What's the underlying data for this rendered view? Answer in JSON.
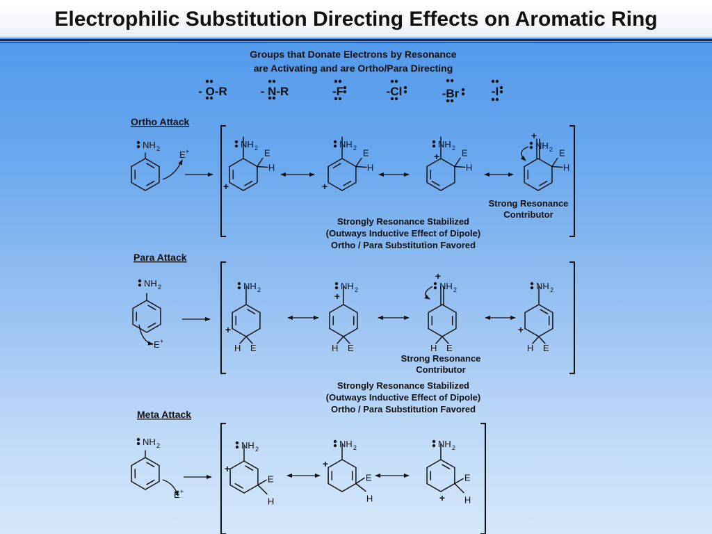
{
  "slide": {
    "title": "Electrophilic Substitution Directing Effects on Aromatic Ring"
  },
  "intro": {
    "line1": "Groups that Donate Electrons by Resonance",
    "line2": "are Activating and are Ortho/Para Directing",
    "groups": [
      "- O-R",
      "- N-R",
      "-F",
      "-Cl",
      "-Br",
      "-I"
    ]
  },
  "sections": {
    "ortho": {
      "label": "Ortho Attack",
      "contributor_note": [
        "Strong Resonance",
        "Contributor"
      ],
      "summary": [
        "Strongly Resonance Stabilized",
        "(Outways Inductive Effect of Dipole)",
        "Ortho / Para Substitution Favored"
      ]
    },
    "para": {
      "label": "Para Attack",
      "contributor_note": [
        "Strong Resonance",
        "Contributor"
      ],
      "summary": [
        "Strongly Resonance Stabilized",
        "(Outways Inductive Effect of Dipole)",
        "Ortho / Para Substitution Favored"
      ]
    },
    "meta": {
      "label": "Meta Attack"
    }
  },
  "chem": {
    "amine_main": "NH",
    "amine_sub": "2",
    "electrophile": "E",
    "electrophile_charge": "+",
    "hydrogen": "H",
    "positive": "+"
  },
  "colors": {
    "title_text": "#111111",
    "rule": "#17305e",
    "ink": "#111111"
  }
}
